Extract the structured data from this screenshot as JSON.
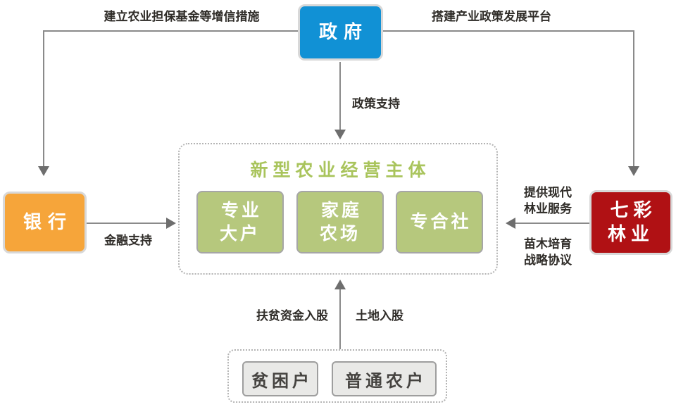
{
  "colors": {
    "government_blue": "#1191d5",
    "bank_orange": "#f6a53a",
    "forestry_red": "#b01114",
    "member_green": "#b6c87d",
    "title_green": "#a9c45c",
    "household_gray": "#e9e9e7",
    "line_gray": "#8a8a8a",
    "label_dark": "#2f2c28"
  },
  "nodes": {
    "government": {
      "label": "政府"
    },
    "bank": {
      "label": "银行"
    },
    "forestry": {
      "label": "七彩\n林业"
    },
    "center_group": {
      "title": "新型农业经营主体",
      "members": [
        {
          "label": "专业\n大户"
        },
        {
          "label": "家庭\n农场"
        },
        {
          "label": "专合社"
        }
      ]
    },
    "farmers_group": {
      "members": [
        {
          "label": "贫困户"
        },
        {
          "label": "普通农户"
        }
      ]
    }
  },
  "edges": {
    "gov_to_bank": {
      "label": "建立农业担保基金等增信措施"
    },
    "gov_to_forestry": {
      "label": "搭建产业政策发展平台"
    },
    "gov_to_center": {
      "label": "政策支持"
    },
    "bank_to_center": {
      "label": "金融支持"
    },
    "forestry_to_center": {
      "label_top": "提供现代\n林业服务",
      "label_bottom": "苗木培育\n战略协议"
    },
    "farmers_to_center": {
      "label_left": "扶贫资金入股",
      "label_right": "土地入股"
    }
  }
}
